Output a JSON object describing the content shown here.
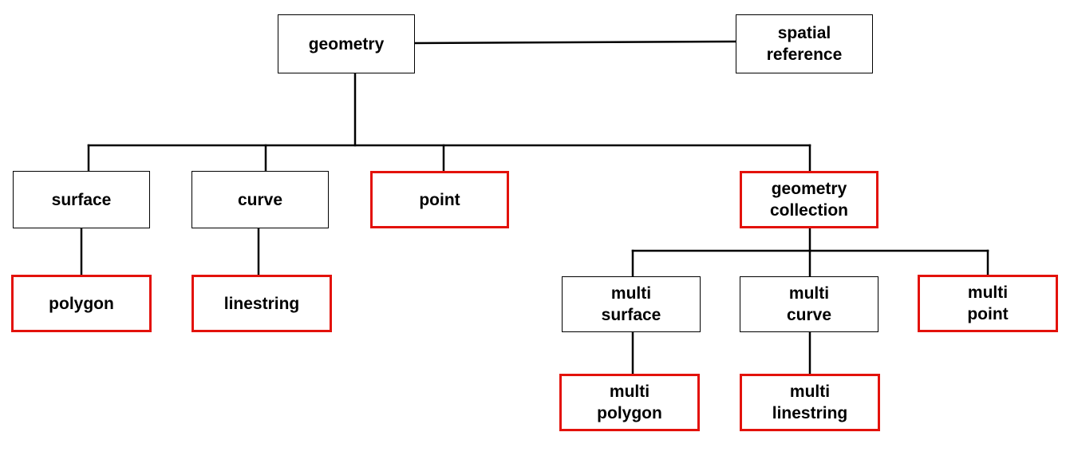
{
  "colors": {
    "box_border": "#000000",
    "highlight_border": "#e3120b",
    "connector": "#000000",
    "background": "#ffffff"
  },
  "nodes": {
    "geometry": {
      "label": "geometry",
      "highlighted": false
    },
    "spatial_reference": {
      "label": "spatial\nreference",
      "highlighted": false
    },
    "surface": {
      "label": "surface",
      "highlighted": false
    },
    "curve": {
      "label": "curve",
      "highlighted": false
    },
    "point": {
      "label": "point",
      "highlighted": true
    },
    "geometry_collection": {
      "label": "geometry\ncollection",
      "highlighted": true
    },
    "polygon": {
      "label": "polygon",
      "highlighted": true
    },
    "linestring": {
      "label": "linestring",
      "highlighted": true
    },
    "multi_surface": {
      "label": "multi\nsurface",
      "highlighted": false
    },
    "multi_curve": {
      "label": "multi\ncurve",
      "highlighted": false
    },
    "multi_point": {
      "label": "multi\npoint",
      "highlighted": true
    },
    "multi_polygon": {
      "label": "multi\npolygon",
      "highlighted": true
    },
    "multi_linestring": {
      "label": "multi\nlinestring",
      "highlighted": true
    }
  },
  "edges": [
    [
      "geometry",
      "spatial_reference"
    ],
    [
      "geometry",
      "surface"
    ],
    [
      "geometry",
      "curve"
    ],
    [
      "geometry",
      "point"
    ],
    [
      "geometry",
      "geometry_collection"
    ],
    [
      "surface",
      "polygon"
    ],
    [
      "curve",
      "linestring"
    ],
    [
      "geometry_collection",
      "multi_surface"
    ],
    [
      "geometry_collection",
      "multi_curve"
    ],
    [
      "geometry_collection",
      "multi_point"
    ],
    [
      "multi_surface",
      "multi_polygon"
    ],
    [
      "multi_curve",
      "multi_linestring"
    ]
  ]
}
